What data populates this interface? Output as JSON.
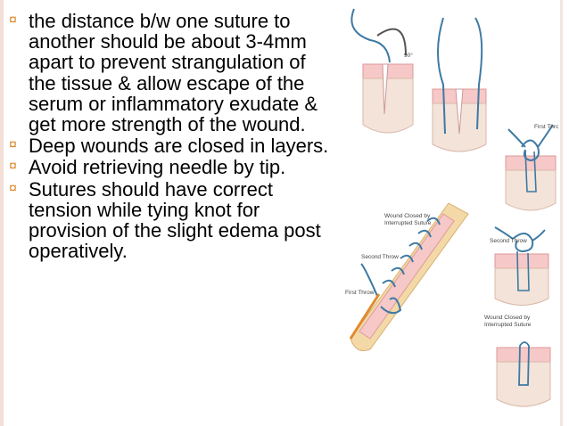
{
  "bullets": [
    {
      "icon": "circle-bullet-icon",
      "text": "the distance b/w one suture to another should be about 3-4mm apart to prevent strangulation of the tissue & allow escape of the serum or inflammatory exudate & get more strength of the wound."
    },
    {
      "icon": "circle-bullet-icon",
      "text": "Deep wounds are closed in layers."
    },
    {
      "icon": "circle-bullet-icon",
      "text": "Avoid retrieving needle by tip."
    },
    {
      "icon": "circle-bullet-icon",
      "text": "Sutures should have correct tension while tying knot for provision of the slight edema post operatively."
    }
  ],
  "bullet_glyph": "¤",
  "illustration": {
    "angle_label": "90°",
    "first_throw": "First Throw",
    "second_throw": "Second Throw",
    "wound_closed_line1": "Wound Closed by",
    "wound_closed_line2": "Interrupted Suture"
  },
  "colors": {
    "accent": "#e08a2f",
    "suture": "#3e7aa3",
    "skin": "#f6c8c8",
    "tissue": "#f3e3d9"
  }
}
